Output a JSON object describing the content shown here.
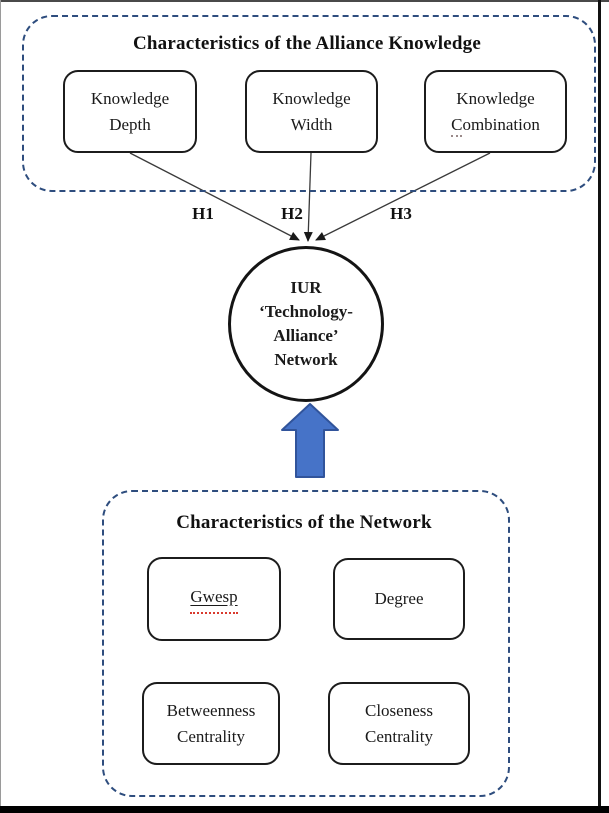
{
  "top_group": {
    "title": "Characteristics of the Alliance Knowledge",
    "boxes": [
      {
        "label": "Knowledge Depth"
      },
      {
        "label": "Knowledge Width"
      },
      {
        "line1": "Knowledge",
        "squiggle_letter": "C",
        "line2_rest": "ombination"
      }
    ]
  },
  "hypothesis_labels": [
    {
      "label": "H1"
    },
    {
      "label": "H2"
    },
    {
      "label": "H3"
    }
  ],
  "center_node": {
    "line1": "IUR",
    "line2": "‘Technology-",
    "line3": "Alliance’",
    "line4": "Network"
  },
  "bottom_group": {
    "title": "Characteristics of the Network",
    "boxes": [
      {
        "label": "Gwesp"
      },
      {
        "label": "Degree"
      },
      {
        "label": "Betweenness Centrality"
      },
      {
        "label": "Closeness Centrality"
      }
    ]
  },
  "colors": {
    "dashed_border": "#2e4d7e",
    "box_border": "#1c1c1c",
    "connector": "#3a3a3a",
    "arrow_fill": "#4673c8",
    "arrow_stroke": "#31549b",
    "spellcheck_red": "#d93a2e"
  }
}
